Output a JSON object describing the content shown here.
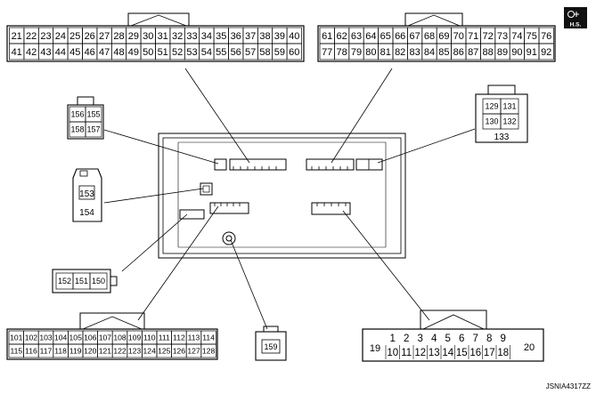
{
  "badge": {
    "text": "H.S.",
    "icon": "wiring-harness-icon"
  },
  "footer_code": "JSNIA4317ZZ",
  "connectors": {
    "c21_60": {
      "rows": [
        [
          "21",
          "22",
          "23",
          "24",
          "25",
          "26",
          "27",
          "28",
          "29",
          "30",
          "31",
          "32",
          "33",
          "34",
          "35",
          "36",
          "37",
          "38",
          "39",
          "40"
        ],
        [
          "41",
          "42",
          "43",
          "44",
          "45",
          "46",
          "47",
          "48",
          "49",
          "50",
          "51",
          "52",
          "53",
          "54",
          "55",
          "56",
          "57",
          "58",
          "59",
          "60"
        ]
      ]
    },
    "c61_92": {
      "rows": [
        [
          "61",
          "62",
          "63",
          "64",
          "65",
          "66",
          "67",
          "68",
          "69",
          "70",
          "71",
          "72",
          "73",
          "74",
          "75",
          "76"
        ],
        [
          "77",
          "78",
          "79",
          "80",
          "81",
          "82",
          "83",
          "84",
          "85",
          "86",
          "87",
          "88",
          "89",
          "90",
          "91",
          "92"
        ]
      ]
    },
    "c155_158": {
      "rows": [
        [
          "156",
          "155"
        ],
        [
          "158",
          "157"
        ]
      ]
    },
    "c153_154": {
      "top": "153",
      "bottom": "154"
    },
    "c129_133": {
      "rows": [
        [
          "129",
          "131"
        ],
        [
          "130",
          "132"
        ]
      ],
      "bottom": "133"
    },
    "c150_152": {
      "pins": [
        "152",
        "151",
        "150"
      ]
    },
    "c101_128": {
      "rows": [
        [
          "101",
          "102",
          "103",
          "104",
          "105",
          "106",
          "107",
          "108",
          "109",
          "110",
          "111",
          "112",
          "113",
          "114"
        ],
        [
          "115",
          "116",
          "117",
          "118",
          "119",
          "120",
          "121",
          "122",
          "123",
          "124",
          "125",
          "126",
          "127",
          "128"
        ]
      ]
    },
    "c159": {
      "pin": "159"
    },
    "c1_20": {
      "left": "19",
      "rows": [
        [
          "1",
          "2",
          "3",
          "4",
          "5",
          "6",
          "7",
          "8",
          "9"
        ],
        [
          "10",
          "11",
          "12",
          "13",
          "14",
          "15",
          "16",
          "17",
          "18"
        ]
      ],
      "right": "20"
    }
  }
}
